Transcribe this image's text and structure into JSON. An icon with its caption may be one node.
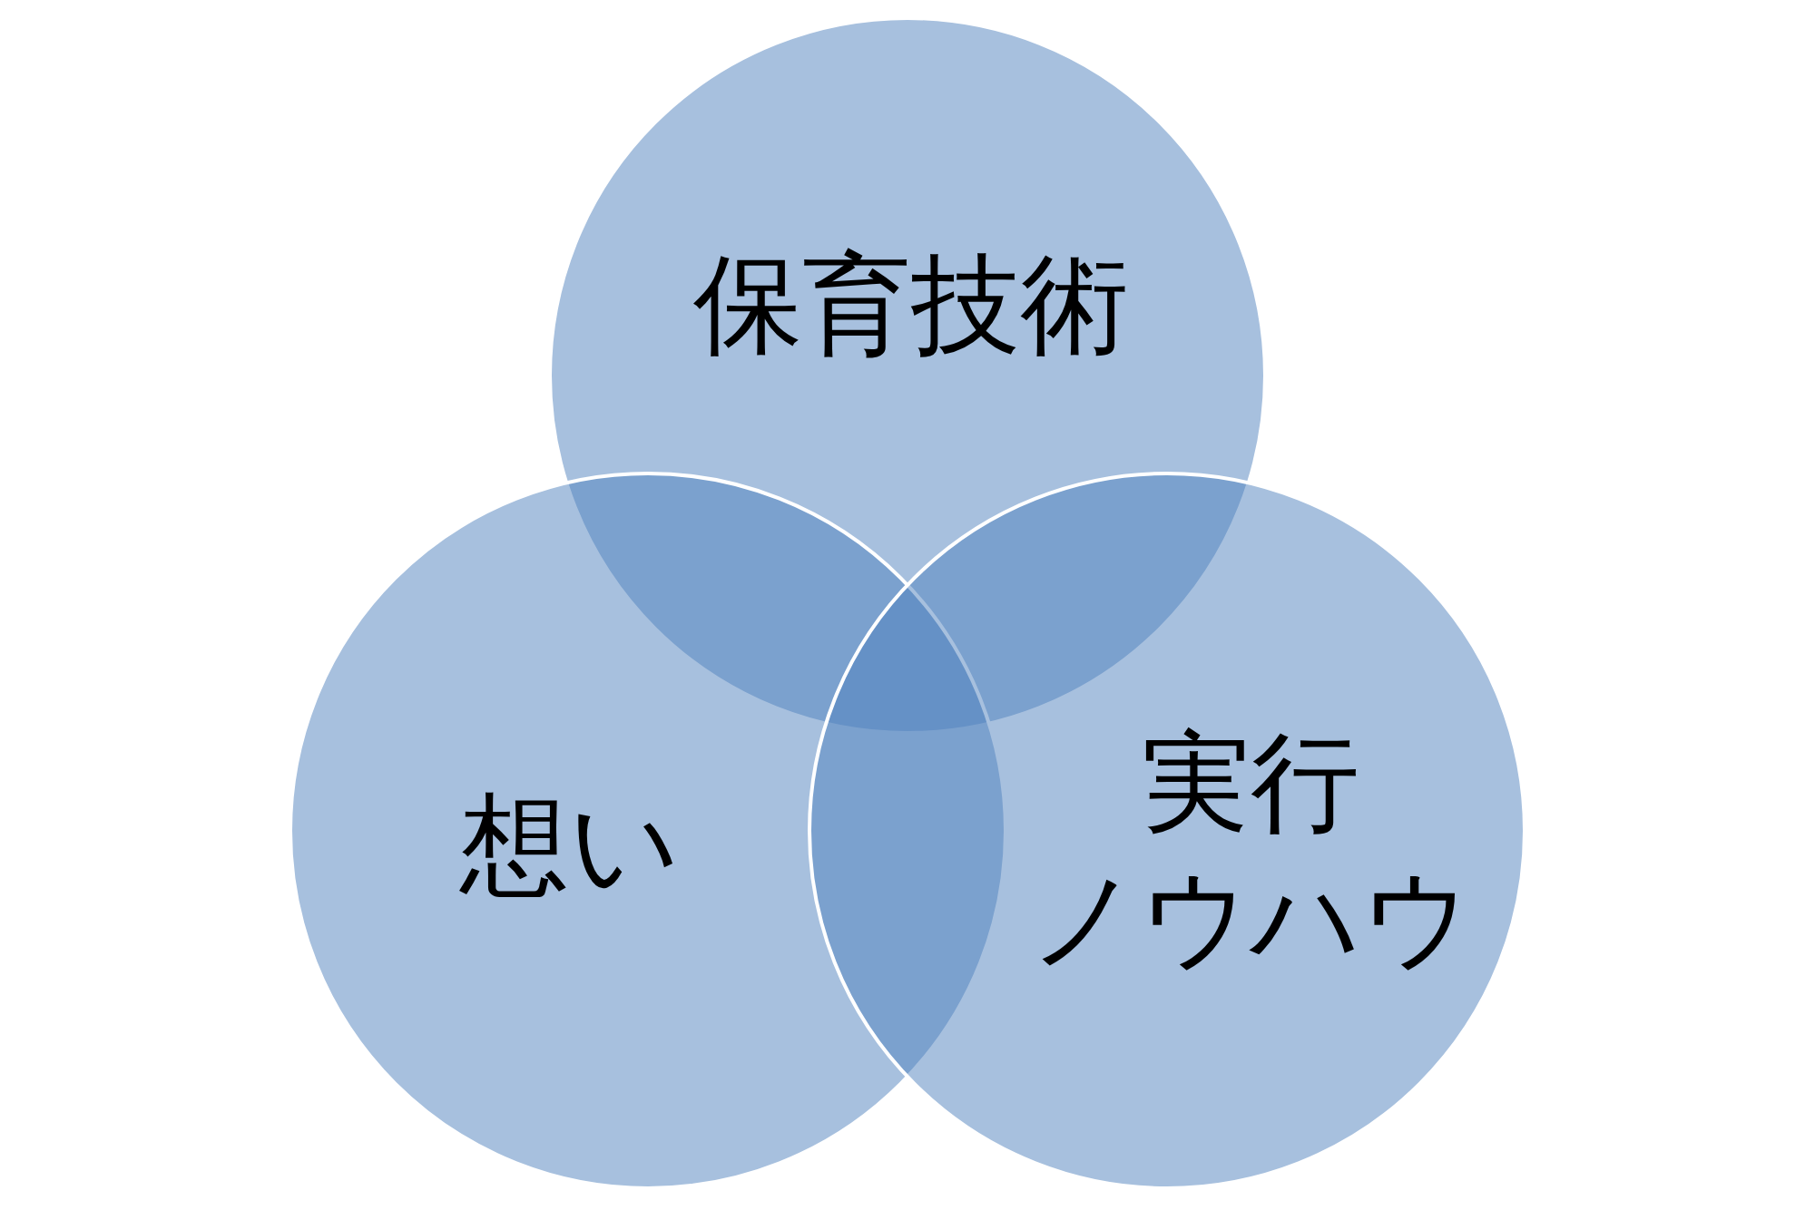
{
  "diagram": {
    "nodes": [
      {
        "text": [
          "保育技術"
        ]
      },
      {
        "text": [
          "想い"
        ]
      },
      {
        "text": [
          "実行ノウハウ"
        ]
      }
    ]
  }
}
